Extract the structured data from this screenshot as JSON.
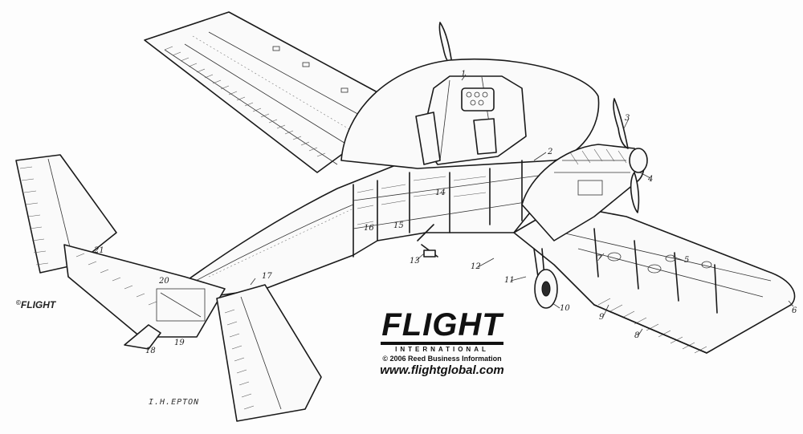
{
  "branding": {
    "wordmark": "FLIGHT",
    "subtitle": "INTERNATIONAL",
    "copyright": "© 2006 Reed Business Information",
    "url": "www.flightglobal.com"
  },
  "corner_logo": {
    "copyright_mark": "©",
    "wordmark": "FLIGHT"
  },
  "artist_signature": "I.H.EPTON",
  "callouts": {
    "c1": "1",
    "c2": "2",
    "c3": "3",
    "c4": "4",
    "c5": "5",
    "c6": "6",
    "c7": "7",
    "c8": "8",
    "c9": "9",
    "c10": "10",
    "c11": "11",
    "c12": "12",
    "c13": "13",
    "c14": "14",
    "c15": "15",
    "c16": "16",
    "c17": "17",
    "c18": "18",
    "c19": "19",
    "c20": "20",
    "c21": "21"
  }
}
